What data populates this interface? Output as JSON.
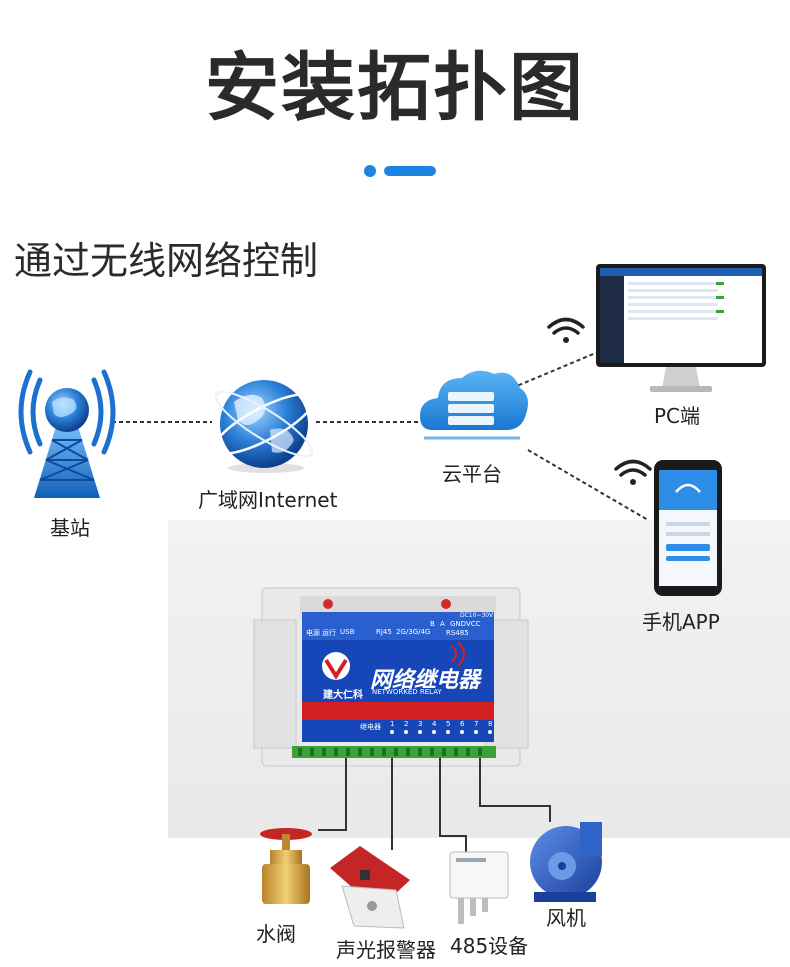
{
  "header": {
    "title": "安装拓扑图",
    "subtitle": "通过无线网络控制"
  },
  "topology": {
    "base_station": "基站",
    "internet": "广域网Internet",
    "cloud": "云平台",
    "pc": "PC端",
    "mobile": "手机APP"
  },
  "device": {
    "brand": "建大仁科",
    "product": "网络继电器",
    "product_en": "NETWORKED RELAY",
    "ports": [
      "电源",
      "运行",
      "USB",
      "RJ45",
      "2G/3G/4G",
      "B",
      "A",
      "GND",
      "VCC",
      "RS485",
      "DC10~30V"
    ],
    "relay_numbers": [
      "1",
      "2",
      "3",
      "4",
      "5",
      "6",
      "7",
      "8"
    ],
    "relay_label": "继电器"
  },
  "peripherals": {
    "valve": "水阀",
    "alarm": "声光报警器",
    "sensor": "485设备",
    "fan": "风机"
  },
  "colors": {
    "accent": "#1c84e0",
    "device_blue": "#1646b8",
    "terminal_green": "#3aa03a",
    "relay_red": "#d42020"
  }
}
